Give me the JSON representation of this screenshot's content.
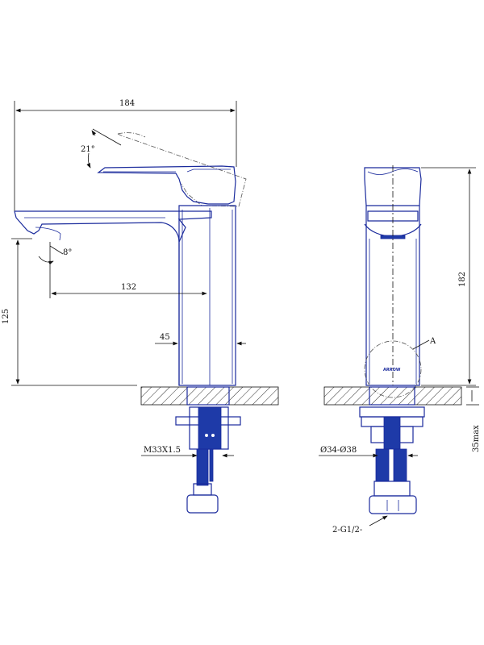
{
  "colors": {
    "outline": "#1a2a9c",
    "fill": "#1e3aa8",
    "dimension": "#111111"
  },
  "side_view": {
    "width_label": "184",
    "angle_lever_label": "21°",
    "angle_spout_label": "8°",
    "reach_label": "132",
    "height_label": "125",
    "base_label": "45",
    "thread_label": "M33X1.5"
  },
  "front_view": {
    "height_label": "182",
    "detail_label": "A",
    "logo_label": "ARROW",
    "max_label": "35max",
    "diameter_label": "Ø34-Ø38",
    "hose_label": "2-G1/2-"
  }
}
